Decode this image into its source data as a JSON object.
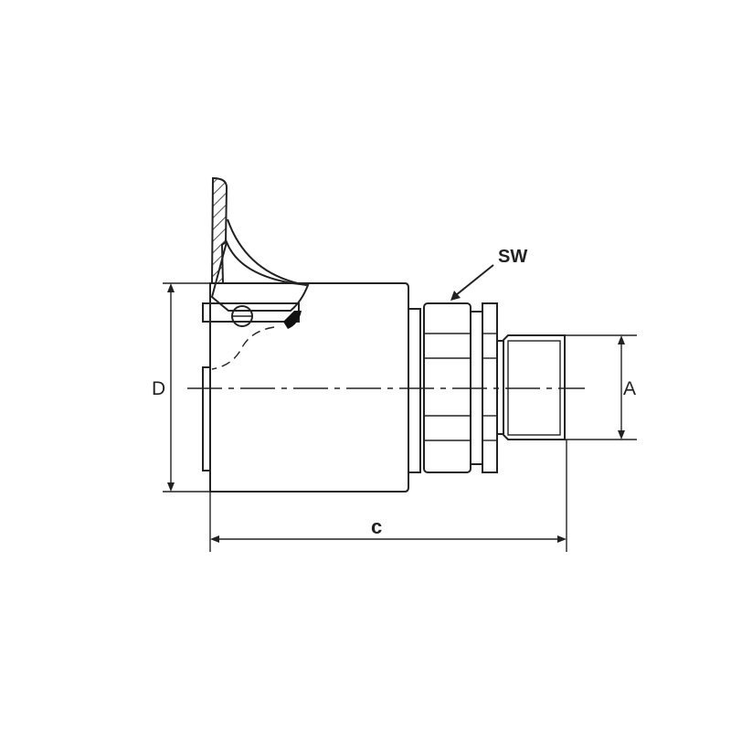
{
  "labels": {
    "d": "D",
    "a": "A",
    "c": "c",
    "sw": "SW"
  },
  "colors": {
    "line": "#222222",
    "background": "#ffffff"
  }
}
